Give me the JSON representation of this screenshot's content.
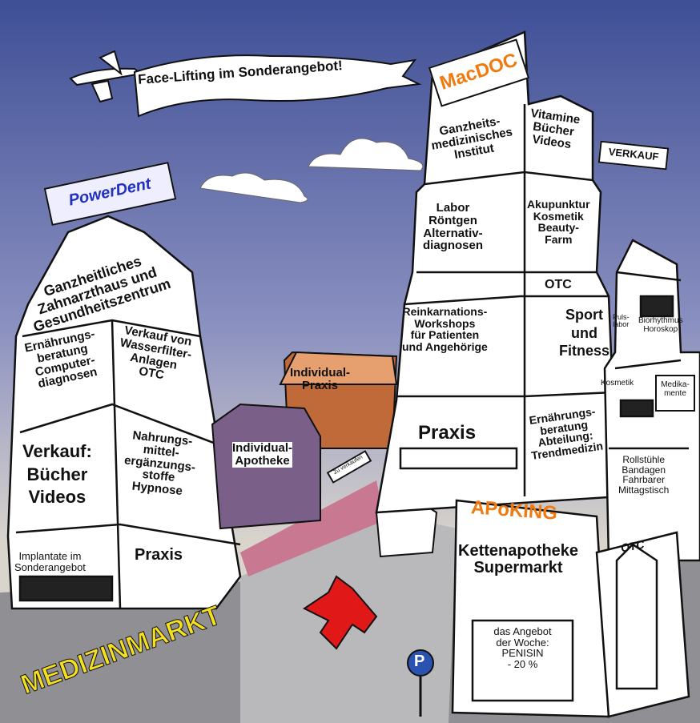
{
  "banner": {
    "text": "Face-Lifting im Sonderangebot!"
  },
  "signs": {
    "powerdent": "PowerDent",
    "macdoc": "MacDOC",
    "verkauf": "VERKAUF",
    "apoking": "APoKING",
    "medizinmarkt": "MEDIZINMARKT",
    "parking": "P",
    "zu_verkaufen": "Zu verkaufen"
  },
  "left_tower": {
    "top": "Ganzheitliches\nZahnarzthaus und\nGesundheitszentrum",
    "left_1": "Ernährungs-\nberatung\nComputer-\ndiagnosen",
    "right_1": "Verkauf von\nWasserfilter-\nAnlagen\nOTC",
    "left_2": "Verkauf:\nBücher\nVideos",
    "right_2": "Nahrungs-\nmittel-\nergänzungs-\nstoffe\nHypnose",
    "left_3": "Implantate im\nSonderangebot",
    "right_3": "Praxis"
  },
  "middle": {
    "praxis": "Individual-\nPraxis",
    "apotheke": "Individual-\nApotheke"
  },
  "right_tower": {
    "l1": "Ganzheits-\nmedizinisches\nInstitut",
    "r1": "Vitamine\nBücher\nVideos",
    "l2": "Labor\nRöntgen\nAlternativ-\ndiagnosen",
    "r2": "Akupunktur\nKosmetik\nBeauty-\nFarm",
    "otc": "OTC",
    "l3": "Reinkarnations-\nWorkshops\nfür Patienten\nund Angehörige",
    "r3": "Sport\nund\nFitness",
    "l4": "Praxis",
    "r4": "Ernährungs-\nberatung\nAbteilung:\nTrendmedizin"
  },
  "apoking_building": {
    "subtitle": "Kettenapotheke\nSupermarkt",
    "offer": "das Angebot\nder Woche:\nPENISIN\n- 20 %"
  },
  "far_right": {
    "puls": "Puls-\nlabor",
    "bio": "Biorhythmus\nHoroskop",
    "kosmetik": "Kosmetik",
    "medikamente": "Medika-\nmente",
    "rollstuehle": "Rollstühle\nBandagen\nFahrbarer\nMittagstisch",
    "otc": "OTC"
  },
  "colors": {
    "sky_top": "#3f4f96",
    "sky_bottom": "#d9d4cc",
    "ground": "#8f8f94",
    "orange": "#f07a10",
    "yellow": "#f5e020",
    "red": "#e01818",
    "blue_sign": "#2230c0"
  }
}
